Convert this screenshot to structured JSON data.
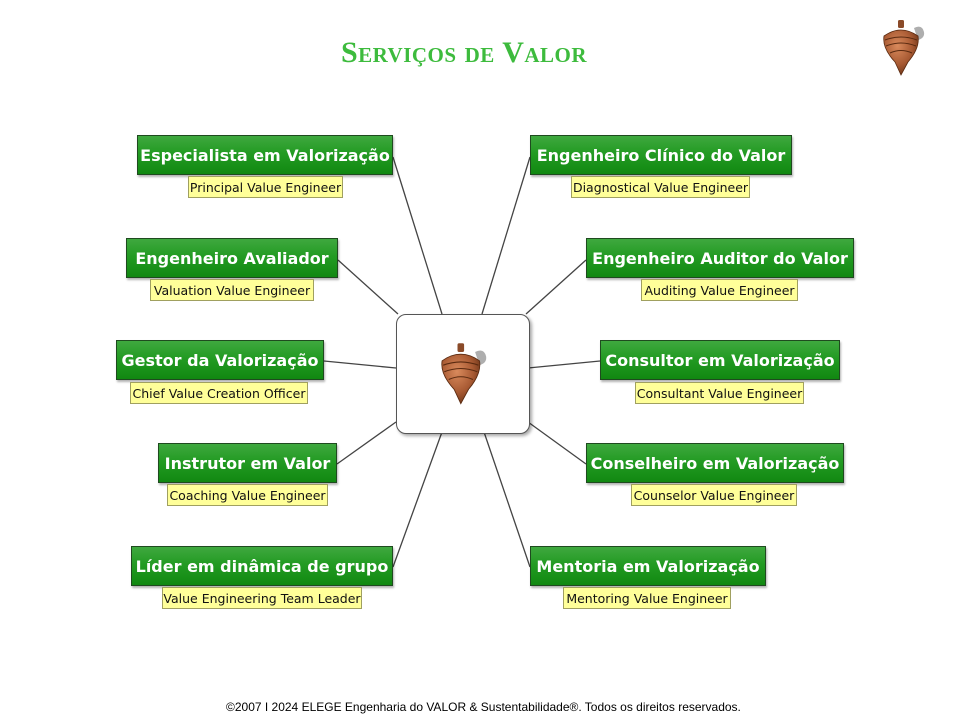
{
  "title": "Serviços de Valor",
  "nodes": [
    {
      "title": "Especialista em Valorização",
      "subtitle": "Principal Value Engineer"
    },
    {
      "title": "Engenheiro Avaliador",
      "subtitle": "Valuation Value Engineer"
    },
    {
      "title": "Gestor da Valorização",
      "subtitle": "Chief Value Creation Officer"
    },
    {
      "title": "Instrutor em Valor",
      "subtitle": "Coaching Value Engineer"
    },
    {
      "title": "Líder em dinâmica de grupo",
      "subtitle": "Value Engineering Team Leader"
    },
    {
      "title": "Engenheiro Clínico do Valor",
      "subtitle": "Diagnostical Value Engineer"
    },
    {
      "title": "Engenheiro Auditor do Valor",
      "subtitle": "Auditing Value Engineer"
    },
    {
      "title": "Consultor em Valorização",
      "subtitle": "Consultant Value Engineer"
    },
    {
      "title": "Conselheiro em Valorização",
      "subtitle": "Counselor Value Engineer"
    },
    {
      "title": "Mentoria em Valorização",
      "subtitle": "Mentoring Value Engineer"
    }
  ],
  "footer": "©2007  I  2024  ELEGE Engenharia do VALOR & Sustentabilidade®. Todos os direitos reservados.",
  "colors": {
    "node_green": "#239b23",
    "title_green": "#3dbb3d",
    "subtitle_yellow": "#ffff99"
  },
  "icons": {
    "logo": "spinning-top-icon",
    "center": "spinning-top-icon"
  }
}
